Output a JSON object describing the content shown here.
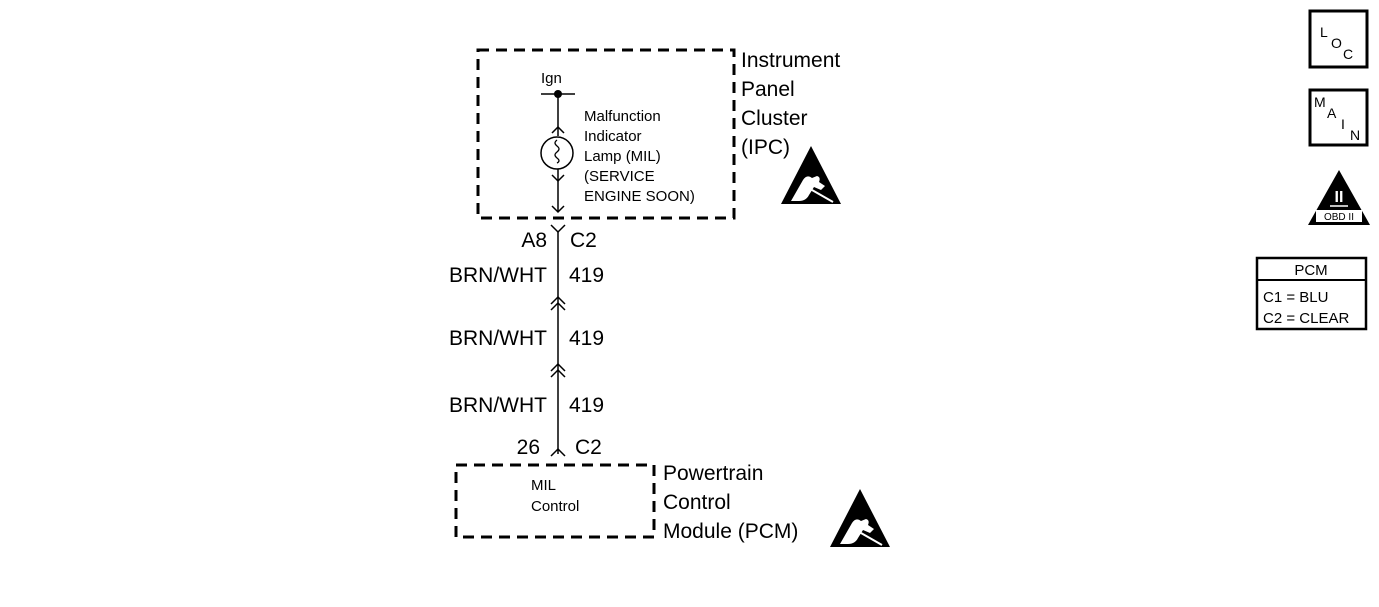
{
  "ipc": {
    "name_lines": [
      "Instrument",
      "Panel",
      "Cluster",
      "(IPC)"
    ],
    "ign_label": "Ign",
    "lamp_lines": [
      "Malfunction",
      "Indicator",
      "Lamp (MIL)",
      "(SERVICE",
      "ENGINE SOON)"
    ]
  },
  "connectors": {
    "ipc_pin": "A8",
    "ipc_conn": "C2",
    "pcm_pin": "26",
    "pcm_conn": "C2"
  },
  "wires": [
    {
      "color": "BRN/WHT",
      "circuit": "419"
    },
    {
      "color": "BRN/WHT",
      "circuit": "419"
    },
    {
      "color": "BRN/WHT",
      "circuit": "419"
    }
  ],
  "pcm": {
    "inner_lines": [
      "MIL",
      "Control"
    ],
    "name_lines": [
      "Powertrain",
      "Control",
      "Module (PCM)"
    ]
  },
  "side_icons": {
    "loc": [
      "L",
      "O",
      "C"
    ],
    "main": [
      "M",
      "A",
      "I",
      "N"
    ],
    "obd": {
      "numeral": "II",
      "label": "OBD II"
    }
  },
  "legend": {
    "title": "PCM",
    "rows": [
      "C1 = BLU",
      "C2 = CLEAR"
    ]
  },
  "icons": [
    "esd-sensitive-icon",
    "esd-sensitive-icon"
  ]
}
